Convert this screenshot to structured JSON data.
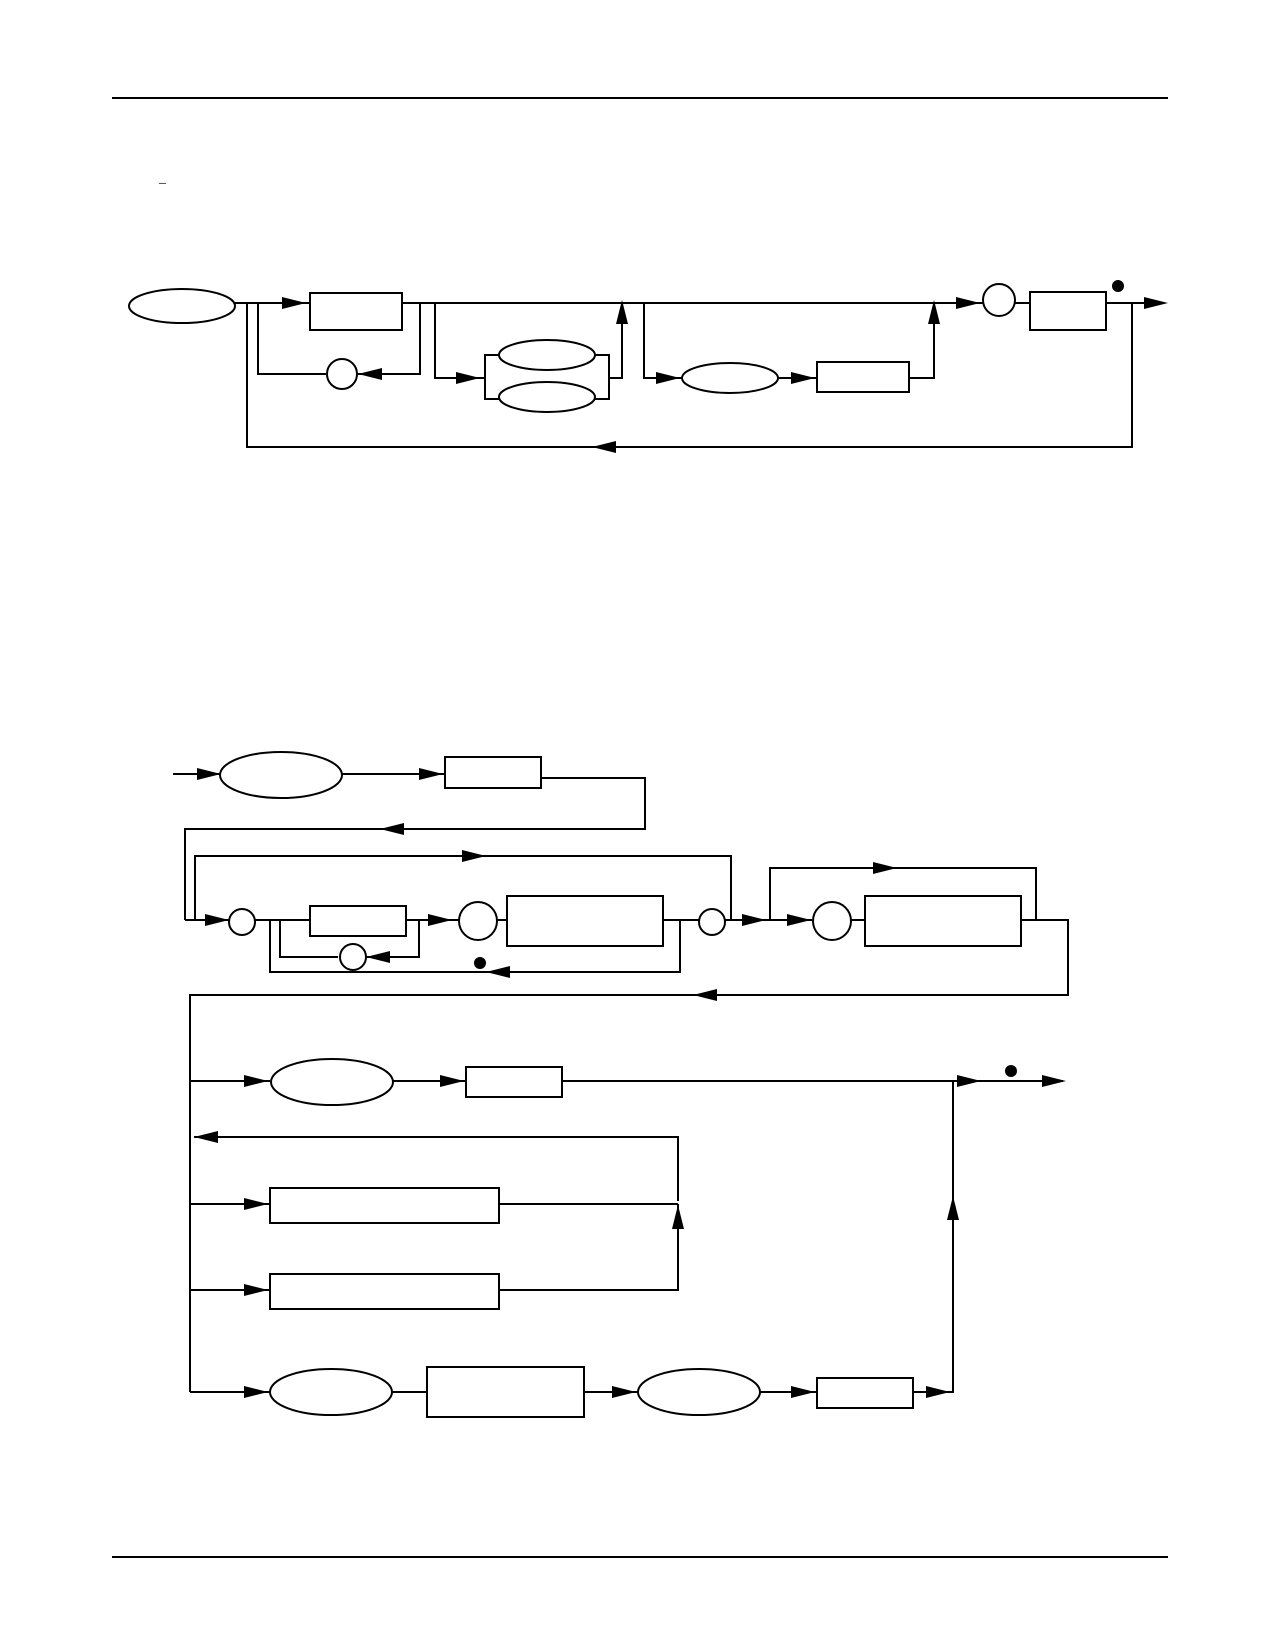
{
  "page": {
    "header_mark": "_"
  },
  "colors": {
    "ink": "#000000",
    "paper": "#ffffff"
  },
  "diagrams": [
    {
      "name": "syntax-diagram-top",
      "nodes": 11,
      "labels": []
    },
    {
      "name": "syntax-diagram-bottom",
      "nodes": 22,
      "labels": []
    }
  ]
}
